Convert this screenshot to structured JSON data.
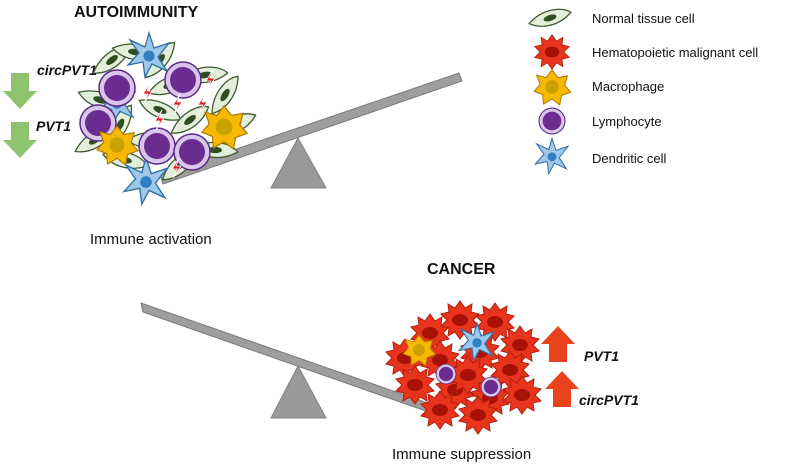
{
  "autoimmunity": {
    "title": "AUTOIMMUNITY",
    "caption": "Immune activation",
    "genes": [
      "circPVT1",
      "PVT1"
    ],
    "arrow_direction": "down",
    "arrow_color": "#8dc26f"
  },
  "cancer": {
    "title": "CANCER",
    "caption": "Immune suppression",
    "genes": [
      "PVT1",
      "circPVT1"
    ],
    "arrow_direction": "up",
    "arrow_color": "#e8431c"
  },
  "legend": {
    "items": [
      {
        "label": "Normal tissue cell",
        "icon": "normal-tissue-cell-icon"
      },
      {
        "label": "Hematopoietic malignant cell",
        "icon": "malignant-cell-icon"
      },
      {
        "label": "Macrophage",
        "icon": "macrophage-icon"
      },
      {
        "label": "Lymphocyte",
        "icon": "lymphocyte-icon"
      },
      {
        "label": "Dendritic cell",
        "icon": "dendritic-cell-icon"
      }
    ]
  },
  "colors": {
    "seesaw": "#9e9e9e",
    "normal_cell": "#e3efdb",
    "malignant_cell": "#e8341c",
    "macrophage": "#f7b800",
    "lymphocyte": "#6a2c91",
    "dendritic": "#9fc7e8",
    "lightning": "#e31b23"
  }
}
